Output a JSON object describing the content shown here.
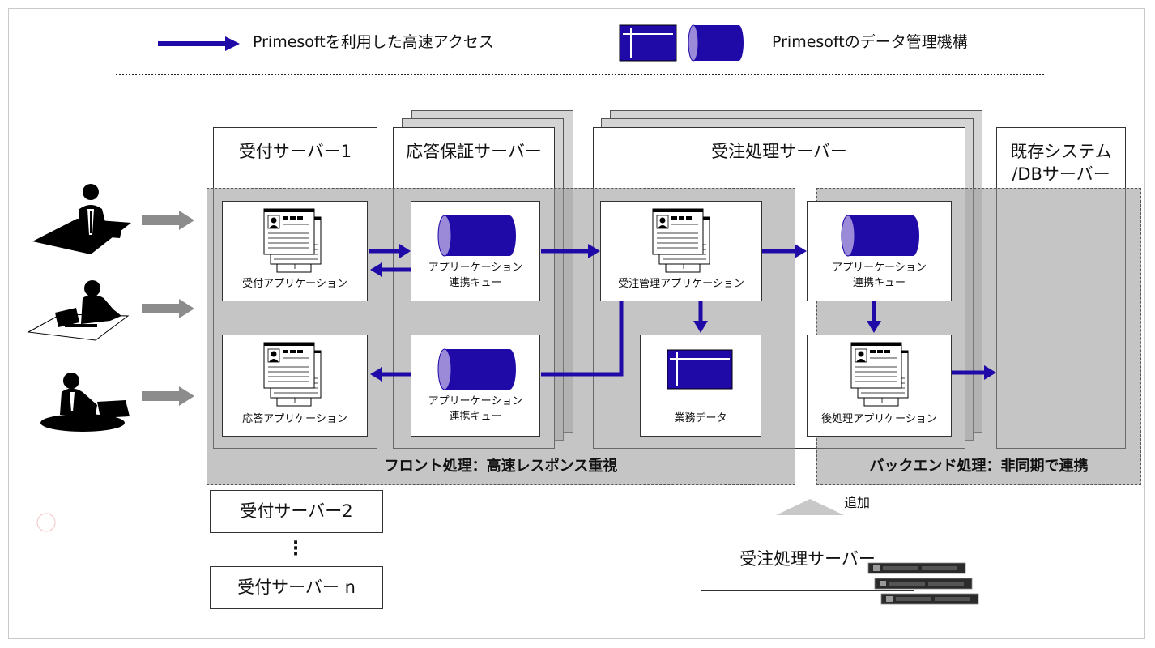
{
  "legend": {
    "arrow_text": "Primesoftを利用した高速アクセス",
    "mechanism_text": "Primesoftのデータ管理機構"
  },
  "servers": {
    "reception_1": "受付サーバー1",
    "response_guarantee": "応答保証サーバー",
    "order_processing": "受注処理サーバー",
    "existing_system_line1": "既存システム",
    "existing_system_line2": "/DBサーバー",
    "reception_2": "受付サーバー2",
    "reception_n": "受付サーバー n",
    "added_order_processing": "受注処理サーバー"
  },
  "apps": {
    "reception_app": "受付アプリケーション",
    "response_app": "応答アプリケーション",
    "queue_1_line1": "アプリーケーション",
    "queue_1_line2": "連携キュー",
    "queue_2_line1": "アプリーケーション",
    "queue_2_line2": "連携キュー",
    "order_mgmt_app": "受注管理アプリケーション",
    "business_data": "業務データ",
    "queue_3_line1": "アプリーケーション",
    "queue_3_line2": "連携キュー",
    "post_process_app": "後処理アプリケーション"
  },
  "zones": {
    "front": "フロント処理：高速レスポンス重視",
    "backend": "バックエンド処理：非同期で連携"
  },
  "add_label": "追加",
  "colors": {
    "primesoft_blue": "#1f0aa8",
    "zone_gray": "#a6a6a6",
    "arrow_gray": "#8c8c8c"
  }
}
